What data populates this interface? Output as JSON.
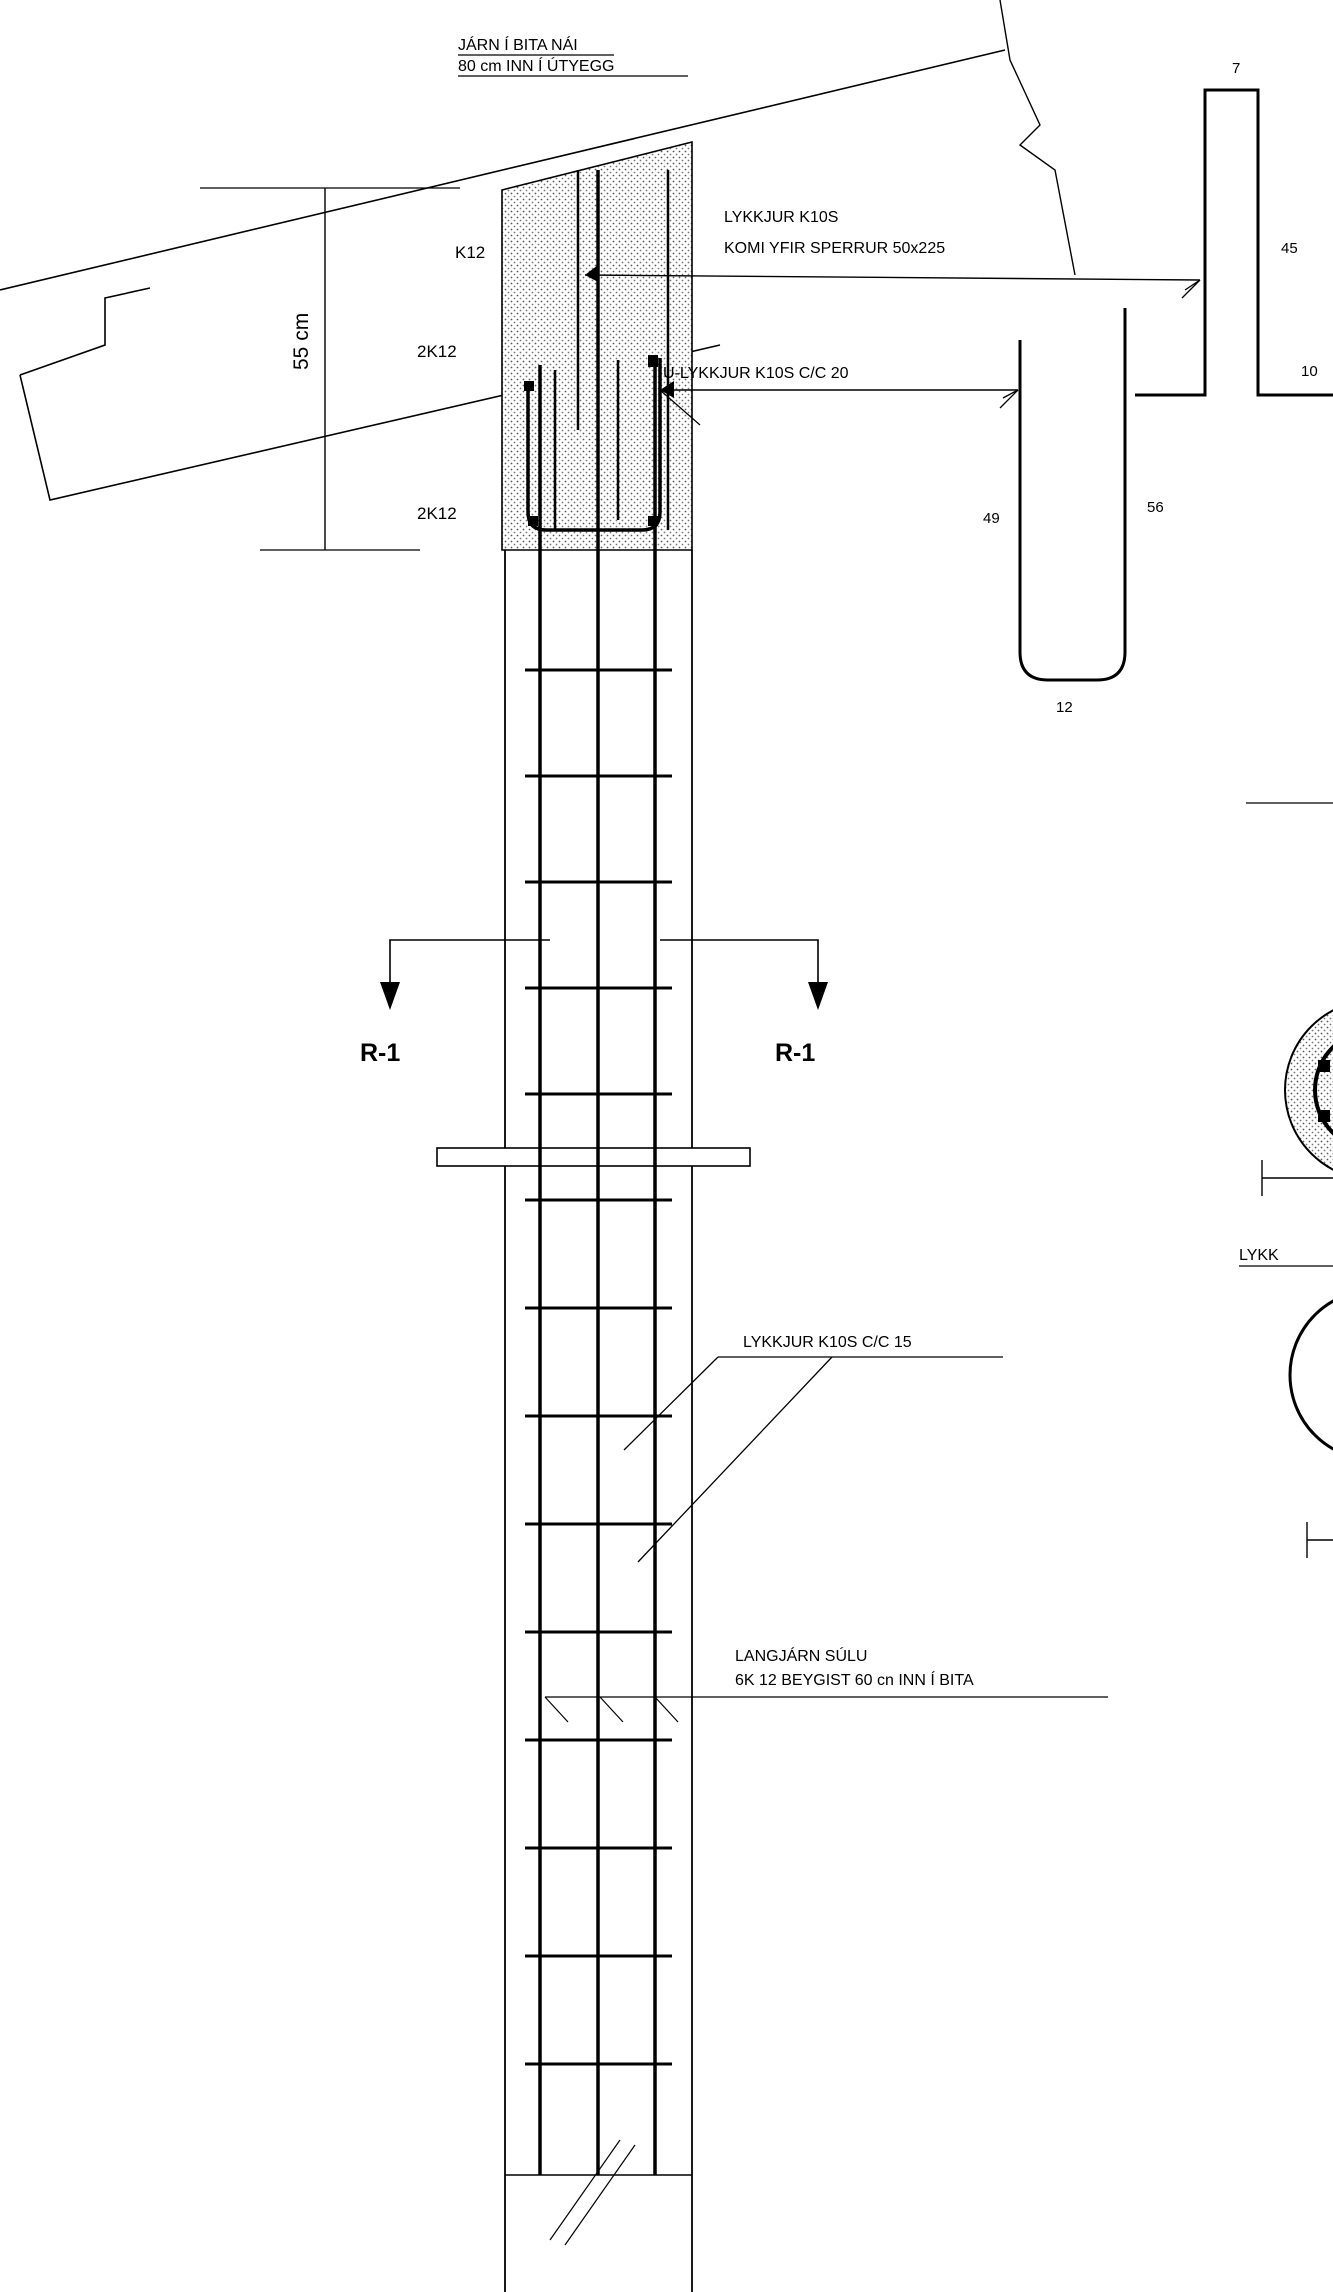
{
  "labels": {
    "beam_note_line1": "JÁRN Í BITA NÁI",
    "beam_note_line2": "80 cm INN Í ÚTYEGG",
    "height_dim": "55 cm",
    "bar_top": "K12",
    "bar_mid": "2K12",
    "bar_bottom": "2K12",
    "stirrup_note_line1": "LYKKJUR K10S",
    "stirrup_note_line2": "KOMI YFIR SPERRUR 50x225",
    "u_stirrup_note": "U-LYKKJUR K10S C/C 20",
    "section_left": "R-1",
    "section_right": "R-1",
    "column_stirrup_note": "LYKKJUR K10S C/C 15",
    "long_bar_note_line1": "LANGJÁRN SÚLU",
    "long_bar_note_line2": "6K 12 BEYGIST 60 cn INN Í BITA",
    "section_title_partial": "SNIÐ",
    "stirrup_detail_partial": "LYKK"
  },
  "shape_dims": {
    "hook_top": "7",
    "hook_leg": "45",
    "hook_foot": "10",
    "u_left_leg": "49",
    "u_right_leg": "56",
    "u_bottom": "12"
  }
}
